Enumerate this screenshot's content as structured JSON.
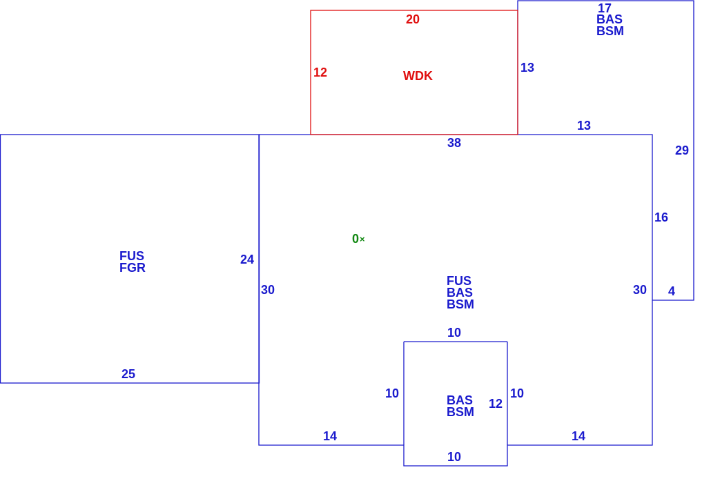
{
  "colors": {
    "structure": "#1a1acd",
    "deck": "#e01010",
    "origin": "#118811"
  },
  "origin_marker": {
    "label": "0",
    "symbol": "×"
  },
  "areas": {
    "fgr": {
      "codes": [
        "FUS",
        "FGR"
      ]
    },
    "main": {
      "codes": [
        "FUS",
        "BAS",
        "BSM"
      ]
    },
    "wdk": {
      "codes": [
        "WDK"
      ]
    },
    "right_wing": {
      "codes": [
        "BAS",
        "BSM"
      ]
    },
    "bump_out": {
      "codes": [
        "BAS",
        "BSM"
      ]
    }
  },
  "dimensions": {
    "wdk_top": "20",
    "wdk_left": "12",
    "right_wing_top": "17",
    "right_wing_left": "13",
    "right_wing_bottom": "13",
    "right_wing_right": "29",
    "main_top": "38",
    "main_right_upper": "16",
    "right_wing_step": "4",
    "main_right": "30",
    "fgr_right": "24",
    "main_left": "30",
    "fgr_bottom": "25",
    "bump_top": "10",
    "bump_left": "10",
    "bump_right": "10",
    "bump_inner": "12",
    "bump_bottom": "10",
    "main_bottom_left": "14",
    "main_bottom_right": "14"
  }
}
